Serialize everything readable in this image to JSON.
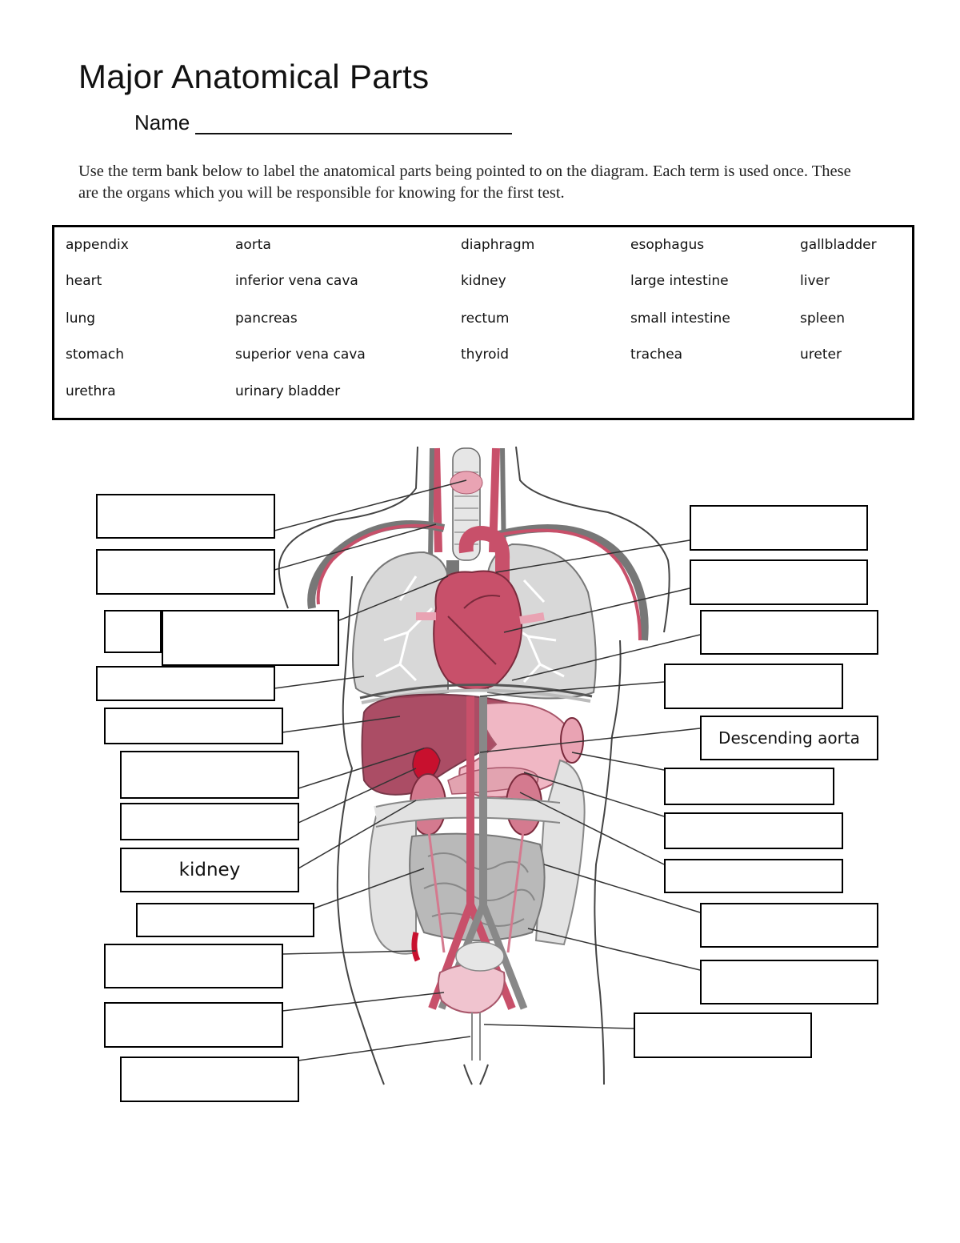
{
  "worksheet": {
    "title": "Major Anatomical Parts",
    "name_label": "Name",
    "instructions": "Use the term bank below to label the anatomical parts being pointed to on the diagram. Each term is used once.  These are the organs which you will be responsible for knowing for the first test."
  },
  "term_bank": {
    "terms": [
      "appendix",
      "aorta",
      "diaphragm",
      "esophagus",
      "gallbladder",
      "heart",
      "inferior vena cava",
      "kidney",
      "large intestine",
      "liver",
      "lung",
      "pancreas",
      "rectum",
      "small intestine",
      "spleen",
      "stomach",
      "superior vena cava",
      "thyroid",
      "trachea",
      "ureter",
      "urethra",
      "urinary bladder"
    ]
  },
  "diagram": {
    "filled_labels": {
      "kidney": "kidney",
      "descending_aorta": "Descending aorta"
    },
    "colors": {
      "organ_red": "#c8506a",
      "organ_pink": "#e9a3b3",
      "organ_gray": "#c8c8c8",
      "liver_red": "#a33a55",
      "outline": "#444444"
    }
  }
}
